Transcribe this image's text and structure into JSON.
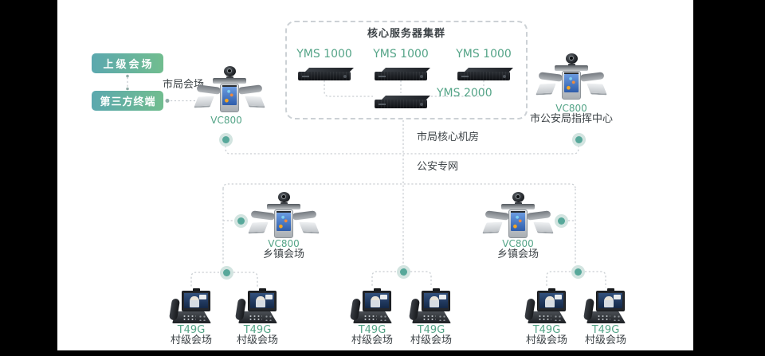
{
  "external": {
    "upper_venue": "上级会场",
    "third_party_terminal": "第三方终端"
  },
  "city_site": {
    "link_label": "市局会场",
    "device_label": "VC800"
  },
  "cluster": {
    "title": "核心服务器集群",
    "server1": "YMS 1000",
    "server2": "YMS 1000",
    "server3": "YMS 1000",
    "server4": "YMS 2000"
  },
  "command_center": {
    "device_label": "VC800",
    "name": "市公安局指挥中心"
  },
  "network": {
    "core_room": "市局核心机房",
    "private_net": "公安专网"
  },
  "townships": [
    {
      "device_label": "VC800",
      "name": "乡镇会场"
    },
    {
      "device_label": "VC800",
      "name": "乡镇会场"
    }
  ],
  "villages": [
    {
      "device_label": "T49G",
      "name": "村级会场"
    },
    {
      "device_label": "T49G",
      "name": "村级会场"
    },
    {
      "device_label": "T49G",
      "name": "村级会场"
    },
    {
      "device_label": "T49G",
      "name": "村级会场"
    },
    {
      "device_label": "T49G",
      "name": "村级会场"
    },
    {
      "device_label": "T49G",
      "name": "村级会场"
    }
  ],
  "icons": {
    "vc800": "video-conference-endpoint-icon",
    "t49g": "video-phone-icon",
    "yms": "rack-server-icon",
    "node_dot": "network-node-dot-icon"
  },
  "colors": {
    "background": "#ffffff",
    "frame": "#000000",
    "green_label": "#54a487",
    "dark_label": "#3d4347",
    "node_gradient_start": "#5ba8ae",
    "node_gradient_end": "#71bd8f",
    "dashed_line": "#c9ced2",
    "dot_inner": "#57a89a",
    "dot_outer": "#d2e4e0"
  }
}
